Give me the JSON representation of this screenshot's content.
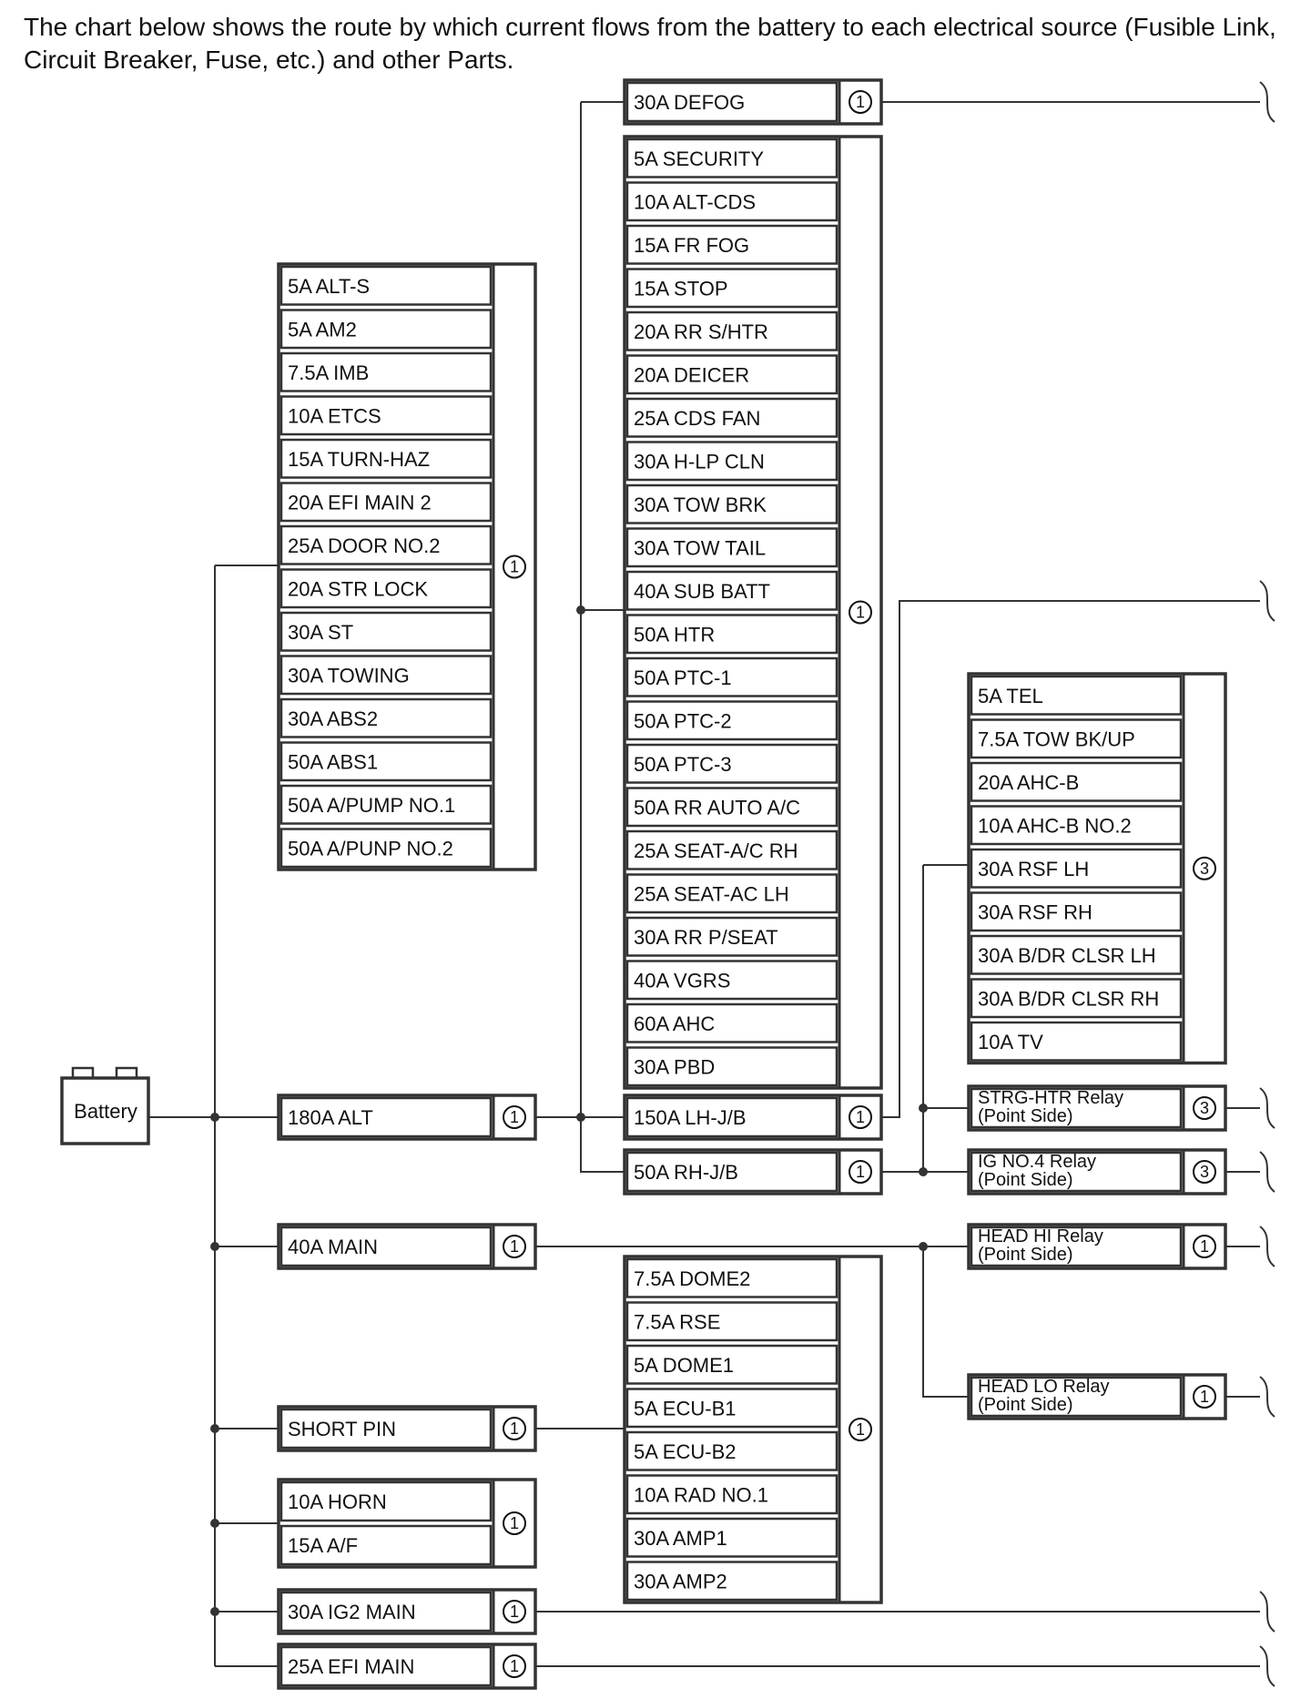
{
  "intro": "The chart below shows the route by which current flows from the battery to each electrical source (Fusible Link, Circuit Breaker, Fuse, etc.) and other Parts.",
  "battery": "Battery",
  "groups": [
    {
      "id": "defog",
      "badge": "1",
      "items": [
        "30A DEFOG"
      ]
    },
    {
      "id": "lhjb-fuses",
      "badge": "1",
      "items": [
        "5A SECURITY",
        "10A ALT-CDS",
        "15A FR FOG",
        "15A STOP",
        "20A RR S/HTR",
        "20A DEICER",
        "25A CDS FAN",
        "30A H-LP CLN",
        "30A TOW BRK",
        "30A TOW TAIL",
        "40A SUB BATT",
        "50A HTR",
        "50A PTC-1",
        "50A PTC-2",
        "50A PTC-3",
        "50A RR AUTO A/C",
        "25A SEAT-A/C RH",
        "25A SEAT-AC LH",
        "30A RR P/SEAT",
        "40A VGRS",
        "60A AHC",
        "30A PBD"
      ]
    },
    {
      "id": "alt-fuses",
      "badge": "1",
      "items": [
        "5A ALT-S",
        "5A AM2",
        "7.5A IMB",
        "10A ETCS",
        "15A TURN-HAZ",
        "20A EFI MAIN 2",
        "25A DOOR NO.2",
        "20A STR LOCK",
        "30A ST",
        "30A TOWING",
        "30A ABS2",
        "50A ABS1",
        "50A A/PUMP NO.1",
        "50A A/PUNP NO.2"
      ]
    },
    {
      "id": "rhjb-fuses",
      "badge": "3",
      "items": [
        "5A TEL",
        "7.5A TOW BK/UP",
        "20A AHC-B",
        "10A AHC-B NO.2",
        "30A RSF LH",
        "30A RSF RH",
        "30A B/DR CLSR LH",
        "30A B/DR CLSR RH",
        "10A TV"
      ]
    },
    {
      "id": "alt",
      "badge": "1",
      "items": [
        "180A ALT"
      ]
    },
    {
      "id": "lhjb",
      "badge": "1",
      "items": [
        "150A LH-J/B"
      ]
    },
    {
      "id": "rhjb",
      "badge": "1",
      "items": [
        "50A RH-J/B"
      ]
    },
    {
      "id": "strg-htr",
      "badge": "3",
      "items": [
        "STRG-HTR Relay\n(Point Side)"
      ]
    },
    {
      "id": "ig-no4",
      "badge": "3",
      "items": [
        "IG NO.4 Relay\n(Point Side)"
      ]
    },
    {
      "id": "main",
      "badge": "1",
      "items": [
        "40A MAIN"
      ]
    },
    {
      "id": "head-hi",
      "badge": "1",
      "items": [
        "HEAD HI Relay\n(Point Side)"
      ]
    },
    {
      "id": "head-lo",
      "badge": "1",
      "items": [
        "HEAD LO Relay\n(Point Side)"
      ]
    },
    {
      "id": "short-pin",
      "badge": "1",
      "items": [
        "SHORT PIN"
      ]
    },
    {
      "id": "dome-fuses",
      "badge": "1",
      "items": [
        "7.5A DOME2",
        "7.5A RSE",
        "5A DOME1",
        "5A ECU-B1",
        "5A ECU-B2",
        "10A RAD NO.1",
        "30A AMP1",
        "30A AMP2"
      ]
    },
    {
      "id": "horn",
      "badge": "1",
      "items": [
        "10A HORN",
        "15A A/F"
      ]
    },
    {
      "id": "ig2",
      "badge": "1",
      "items": [
        "30A IG2 MAIN"
      ]
    },
    {
      "id": "efi",
      "badge": "1",
      "items": [
        "25A EFI MAIN"
      ]
    }
  ]
}
